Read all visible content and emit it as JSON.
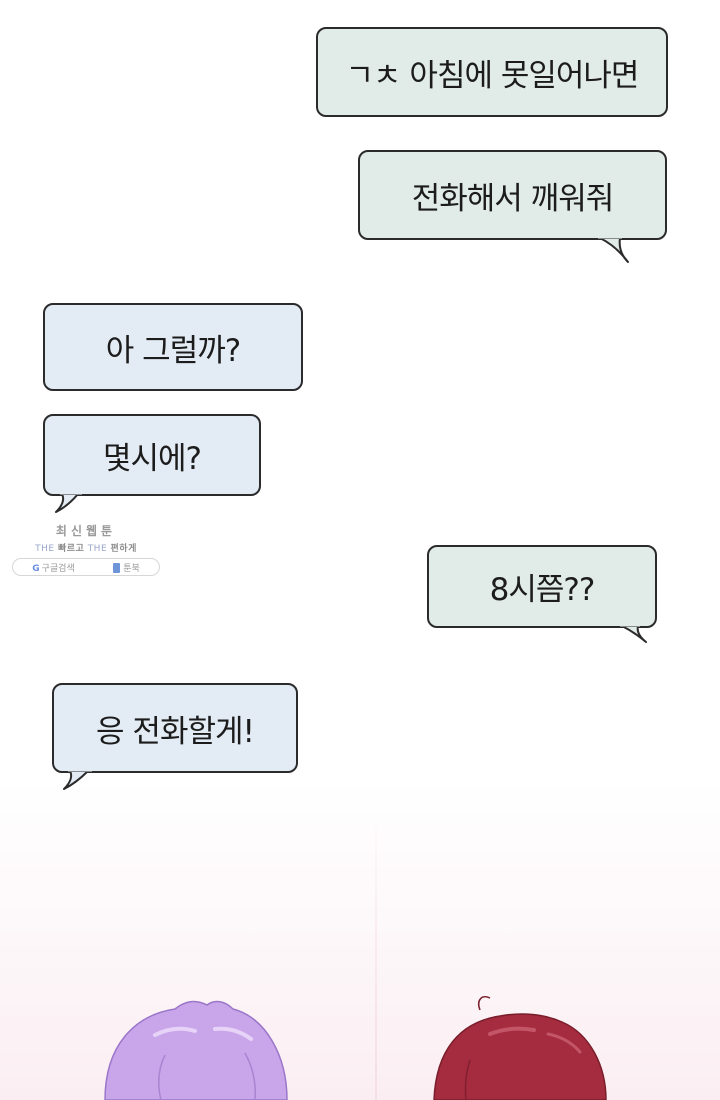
{
  "bubbles": [
    {
      "text": "ㄱㅊ 아침에 못일어나면"
    },
    {
      "text": "전화해서 깨워줘"
    },
    {
      "text": "아 그럴까?"
    },
    {
      "text": "몇시에?"
    },
    {
      "text": "8시쯤??"
    },
    {
      "text": "응 전화할게!"
    }
  ],
  "watermark": {
    "title": "최신웹툰",
    "sub_the1": "THE",
    "sub_fast": "빠르고",
    "sub_the2": "THE",
    "sub_easy": "편하게",
    "google_label": "구글검색",
    "book_label": "툰북"
  },
  "colors": {
    "bubble_green": "#e1ebe7",
    "bubble_blue": "#e3ebf4",
    "hair_left": "#c7a3e8",
    "hair_right": "#a32c3e"
  }
}
